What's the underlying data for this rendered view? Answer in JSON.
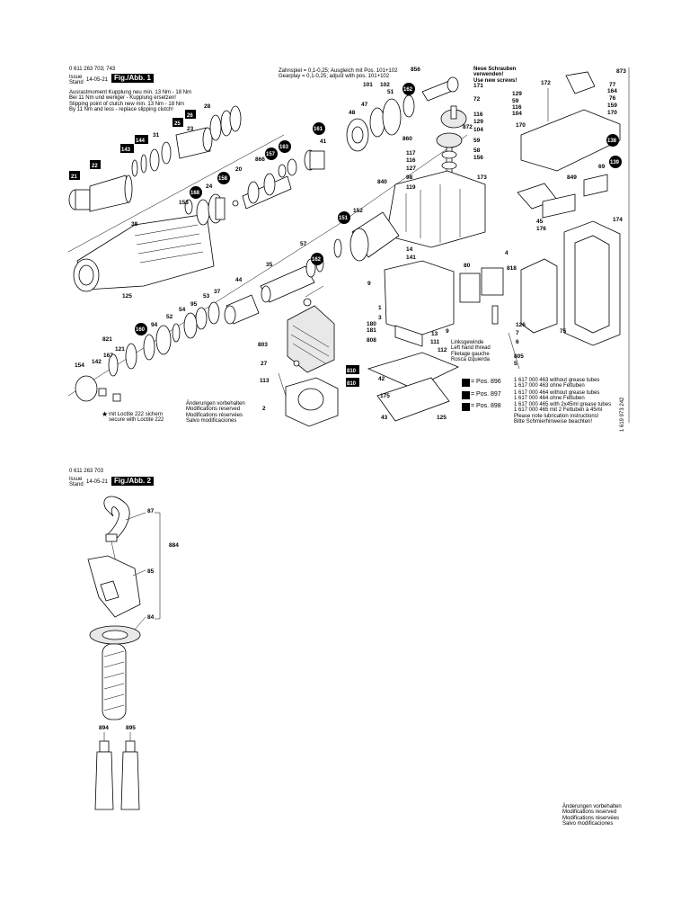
{
  "fig1": {
    "part_number": "0 611 263 703; 743",
    "issue_label": "Issue\nStand",
    "date": "14-05-21",
    "fig_label": "Fig./Abb. 1",
    "slip_note": "Ausrastmoment Kupplung neu min. 13 Nm - 18 Nm\nBei 11 Nm und weniger - Kupplung ersetzen!\nSlipping point of clutch new min. 13 Nm - 18 Nm\nBy 11 Nm and less - replace slipping clutch!",
    "gear_note": "Zahnspiel = 0,1-0,25; Ausgleich mit Pos. 101+102\nGearplay = 0,1-0,25; adjust with pos. 101+102",
    "screw_note": "Neue Schrauben\nverwenden!\nUse new screws!",
    "thread_note": "Linksgewinde\nLeft hand thread\nFiletage gauche\nRosca izquierda",
    "changes_note": "Änderungen vorbehalten\nModifications reserved\nModifications réservées\nSalvo modificaciones",
    "loctite_note": "mit Loctite 222 sichern\nsecure with Loctite 222",
    "loctite_star": "★",
    "side_code": "1 619 973 242",
    "grease_rows": [
      {
        "pos": "= Pos. 896",
        "lines": "1 617 000 463 without grease tubes\n1 617 000 463 ohne Fettuben"
      },
      {
        "pos": "= Pos. 897",
        "lines": "1 617 000 464 without grease tubes\n1 617 000 464 ohne Fettuben"
      },
      {
        "pos": "= Pos. 898",
        "lines": "1 617 000 465 with 2x45ml grease tubes\n1 617 000 465 mit 2 Fettuben à 45ml"
      }
    ],
    "lube_note": "Please note lubrication instructions!\nBitte Schmierhinweise beachten!",
    "labels": {
      "l28": "28",
      "l23": "23",
      "l31": "31",
      "l856": "856",
      "l101": "101",
      "l102": "102",
      "l51": "51",
      "l47": "47",
      "l48": "48",
      "l172": "172",
      "l873": "873",
      "l77": "77",
      "l164": "164",
      "l76": "76",
      "l159": "159",
      "l170a": "170",
      "l171": "171",
      "l72": "72",
      "l129a": "129",
      "l59a": "59",
      "l116a": "116",
      "l104a": "104",
      "l116b": "116",
      "l129b": "129",
      "l104b": "104",
      "l59b": "59",
      "l58": "58",
      "l156": "156",
      "l860": "860",
      "l872": "872",
      "l170b": "170",
      "l866": "866",
      "l20": "20",
      "l41": "41",
      "l117": "117",
      "l116c": "116",
      "l127": "127",
      "l98": "98",
      "l119": "119",
      "l840": "840",
      "l173": "173",
      "l69": "69",
      "l849": "849",
      "l24": "24",
      "l153": "153",
      "l38": "38",
      "l152": "152",
      "l45": "45",
      "l176": "176",
      "l174": "174",
      "l57": "57",
      "l14": "14",
      "l141": "141",
      "l4": "4",
      "l818": "818",
      "l80": "80",
      "l35": "35",
      "l125a": "125",
      "l44": "44",
      "l53": "53",
      "l37": "37",
      "l9a": "9",
      "l1": "1",
      "l3": "3",
      "l95": "95",
      "l54": "54",
      "l52": "52",
      "l94": "94",
      "l803": "803",
      "l180": "180",
      "l181": "181",
      "l808": "808",
      "l9b": "9",
      "l13": "13",
      "l111": "111",
      "l112": "112",
      "l126": "126",
      "l7": "7",
      "l6": "6",
      "l75": "75",
      "l821": "821",
      "l167": "167",
      "l121": "121",
      "l142": "142",
      "l154": "154",
      "l27": "27",
      "l113": "113",
      "l805": "805",
      "l5": "5",
      "l42": "42",
      "l175": "175",
      "l2": "2",
      "l43": "43",
      "l125b": "125"
    },
    "badges": {
      "b21": "21",
      "b22": "22",
      "b143": "143",
      "b144": "144",
      "b25": "25",
      "b26": "26",
      "b157": "157",
      "b163": "163",
      "b161": "161",
      "b168": "168",
      "b158": "158",
      "b162a": "162",
      "b151": "151",
      "b162b": "162",
      "b162c": "162",
      "b160": "160",
      "b138": "138",
      "b139": "139",
      "b810a": "810",
      "b810b": "810"
    }
  },
  "fig2": {
    "part_number": "0 611 263 703",
    "issue_label": "Issue\nStand",
    "date": "14-05-21",
    "fig_label": "Fig./Abb. 2",
    "labels": {
      "l87": "87",
      "l884": "884",
      "l85": "85",
      "l84": "84",
      "l894": "894",
      "l895": "895"
    },
    "changes_note": "Änderungen vorbehalten\nModifications reserved\nModifications réservées\nSalvo modificaciones"
  },
  "icons": [
    "clutch-icon",
    "gear-icon",
    "motor-armature-icon",
    "stator-field-icon",
    "handle-icon",
    "grease-tube-icon",
    "switch-icon",
    "housing-icon"
  ]
}
